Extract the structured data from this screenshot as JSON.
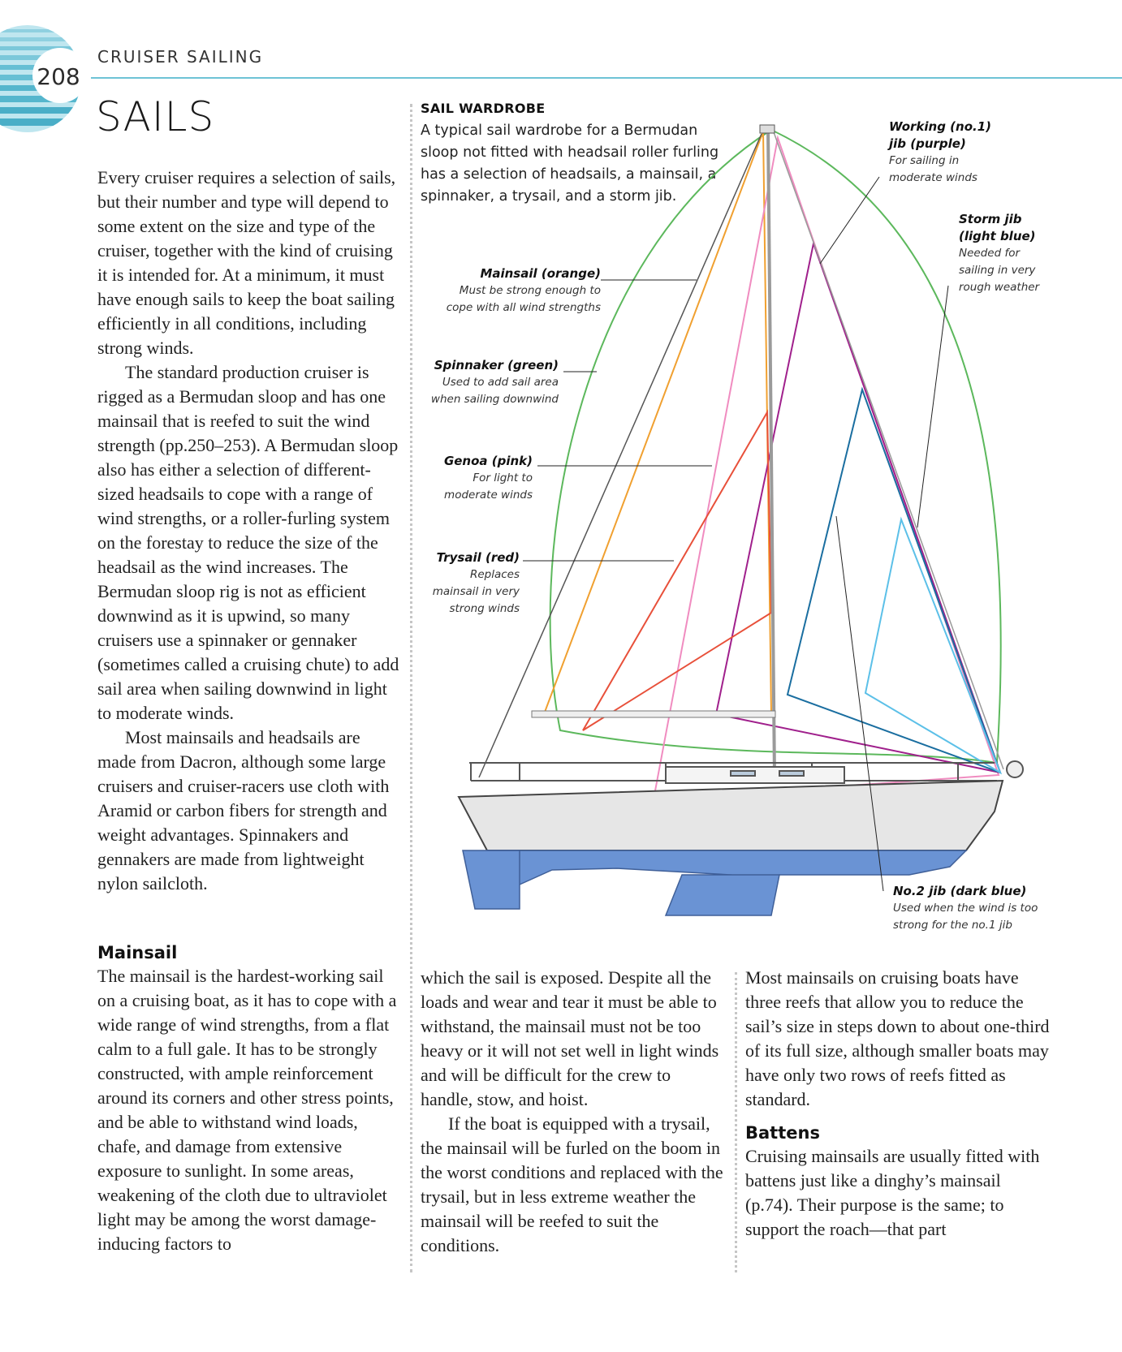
{
  "header": {
    "page_number": "208",
    "section": "CRUISER SAILING",
    "title": "SAILS"
  },
  "intro": {
    "paragraphs": [
      "Every cruiser requires a selection of sails, but their number and type will depend to some extent on the size and type of the cruiser, together with the kind of cruising it is intended for. At a minimum, it must have enough sails to keep the boat sailing efficiently in all conditions, including strong winds.",
      "The standard production cruiser is rigged as a Bermudan sloop and has one mainsail that is reefed to suit the wind strength (pp.250–253). A Bermudan sloop also has either a selection of different-sized headsails to cope with a range of wind strengths, or a roller-furling system on the forestay to reduce the size of the headsail as the wind increases. The Bermudan sloop rig is not as efficient downwind as it is upwind, so many cruisers use a spinnaker or gennaker (sometimes called a cruising chute) to add sail area when sailing downwind in light to moderate winds.",
      "Most mainsails and headsails are made from Dacron, although some large cruisers and cruiser-racers use cloth with Aramid or carbon fibers for strength and weight advantages. Spinnakers and gennakers are made from lightweight nylon sailcloth."
    ]
  },
  "wardrobe": {
    "heading": "SAIL WARDROBE",
    "text": "A typical sail wardrobe for a Bermudan sloop not fitted with headsail roller furling has a selection of headsails, a mainsail, a spinnaker, a trysail, and a storm jib."
  },
  "labels": {
    "mainsail": {
      "title": "Mainsail (orange)",
      "desc": "Must be strong enough to cope with all wind strengths"
    },
    "spinnaker": {
      "title": "Spinnaker (green)",
      "desc": "Used to add sail area when sailing downwind"
    },
    "genoa": {
      "title": "Genoa (pink)",
      "desc": "For light to moderate winds"
    },
    "trysail": {
      "title": "Trysail (red)",
      "desc": "Replaces mainsail in very strong winds"
    },
    "working_jib": {
      "title": "Working (no.1) jib (purple)",
      "desc": "For sailing in moderate winds"
    },
    "storm_jib": {
      "title": "Storm jib (light blue)",
      "desc": "Needed for sailing in very rough weather"
    },
    "no2_jib": {
      "title": "No.2 jib (dark blue)",
      "desc": "Used when the wind is too strong for the no.1 jib"
    }
  },
  "mainsail_section": {
    "heading": "Mainsail",
    "col1": "The mainsail is the hardest-working sail on a cruising boat, as it has to cope with a wide range of wind strengths, from a flat calm to a full gale. It has to be strongly constructed, with ample reinforcement around its corners and other stress points, and be able to withstand wind loads, chafe, and damage from extensive exposure to sunlight. In some areas, weakening of the cloth due to ultraviolet light may be among the worst damage-inducing factors to",
    "col2a": "which the sail is exposed. Despite all the loads and wear and tear it must be able to withstand, the mainsail must not be too heavy or it will not set well in light winds and will be difficult for the crew to handle, stow, and hoist.",
    "col2b": "If the boat is equipped with a trysail, the mainsail will be furled on the boom in the worst conditions and replaced with the trysail, but in less extreme weather the mainsail will be reefed to suit the conditions.",
    "col3": "Most mainsails on cruising boats have three reefs that allow you to reduce the sail’s size in steps down to about one-third of its full size, although smaller boats may have only two rows of reefs fitted as standard."
  },
  "battens_section": {
    "heading": "Battens",
    "text": "Cruising mainsails are usually fitted with battens just like a dinghy’s mainsail (p.74). Their purpose is the same; to support the roach—that part"
  },
  "colors": {
    "rule": "#6ec3d6",
    "mainsail": "#f0a030",
    "spinnaker": "#5cb85c",
    "genoa": "#f08cc0",
    "trysail": "#e8503a",
    "working_jib": "#a0208c",
    "storm_jib": "#5cc0e8",
    "no2_jib": "#1a6ea0",
    "hull": "#e6e6e6",
    "keel": "#6a93d4"
  }
}
